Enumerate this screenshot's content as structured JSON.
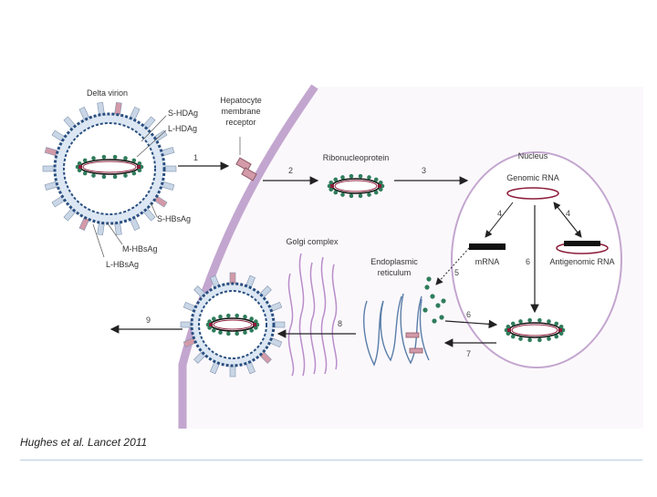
{
  "labels": {
    "delta_virion": "Delta virion",
    "s_hdag": "S-HDAg",
    "l_hdag": "L-HDAg",
    "s_hbsag": "S-HBsAg",
    "m_hbsag": "M-HBsAg",
    "l_hbsag": "L-HBsAg",
    "receptor_1": "Hepatocyte",
    "receptor_2": "membrane",
    "receptor_3": "receptor",
    "ribonucleoprotein": "Ribonucleoprotein",
    "nucleus": "Nucleus",
    "genomic_rna": "Genomic RNA",
    "mrna": "mRNA",
    "antigenomic_rna": "Antigenomic RNA",
    "golgi": "Golgi complex",
    "er_1": "Endoplasmic",
    "er_2": "reticulum"
  },
  "steps": {
    "s1": "1",
    "s2": "2",
    "s3": "3",
    "s4a": "4",
    "s4b": "4",
    "s5": "5",
    "s6a": "6",
    "s6b": "6",
    "s7": "7",
    "s8": "8",
    "s9": "9"
  },
  "citation": "Hughes et al. Lancet 2011",
  "colors": {
    "cell_fill": "#fbf8fc",
    "membrane": "#c3a6cf",
    "envelope": "#2a4f80",
    "envelope_fill": "#dce7f3",
    "spike": "#c9d6e6",
    "pink_spike": "#d39aa8",
    "rnp_green": "#2f7d5c",
    "rna_red": "#8c1d3a"
  }
}
